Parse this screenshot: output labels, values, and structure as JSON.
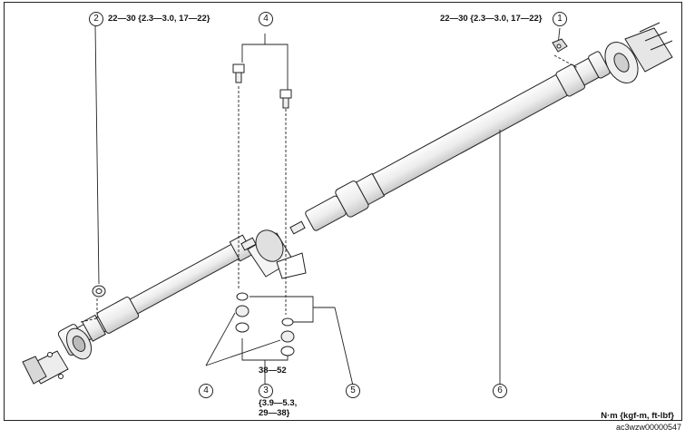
{
  "callouts": {
    "c1": "1",
    "c2": "2",
    "c3": "3",
    "c4_top": "4",
    "c4_bottom": "4",
    "c5": "5",
    "c6": "6"
  },
  "torques": {
    "t1": "22—30 {2.3—3.0, 17—22}",
    "t2": "22—30 {2.3—3.0, 17—22}",
    "t3_line1": "38—52",
    "t3_line2": "{3.9—5.3,",
    "t3_line3": "29—38}"
  },
  "units": "N·m {kgf-m, ft-lbf}",
  "figure_id": "ac3wzw00000547",
  "colors": {
    "ink": "#222222",
    "shaft_fill": "#f2f2f2",
    "shade": "#cfcfcf"
  }
}
